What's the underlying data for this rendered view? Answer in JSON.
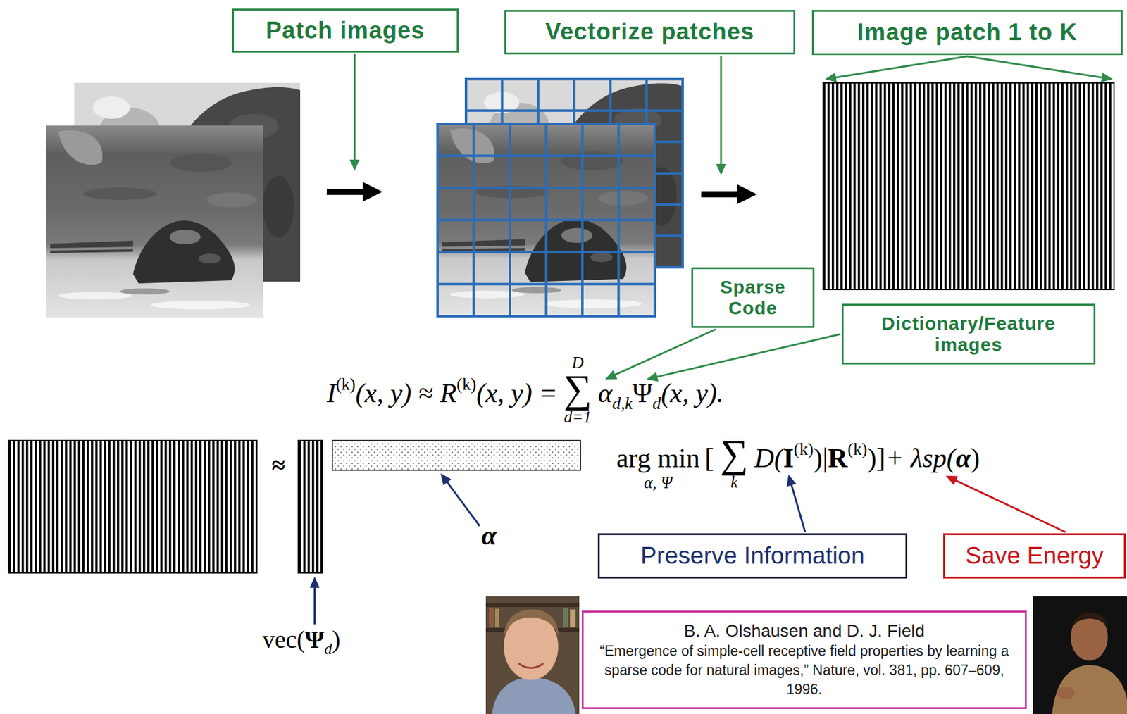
{
  "diagram": {
    "nodes": [
      {
        "text": [
          "Patch images"
        ]
      },
      {
        "text": [
          "Vectorize patches"
        ]
      },
      {
        "text": [
          "Image patch 1 to K"
        ]
      },
      {
        "text": [
          "Sparse Code"
        ]
      },
      {
        "text": [
          "Dictionary/Feature images"
        ]
      },
      {
        "text": [
          "Preserve Information"
        ]
      },
      {
        "text": [
          "Save Energy"
        ]
      },
      {
        "text": [
          "B. A. Olshausen and D. J. Field",
          "“Emergence of simple-cell receptive field properties by learning a sparse code for natural images,” Nature, vol. 381, pp. 607–609, 1996."
        ]
      }
    ],
    "labels": [
      "I",
      "(k)",
      "(x, y) ≈ R",
      "(k)",
      "(x, y) =",
      "D",
      "∑",
      "d=1",
      "α",
      "d,k",
      "Ψ",
      "d",
      "(x, y).",
      "arg min",
      "α, Ψ",
      "[",
      "∑",
      "k",
      "D(",
      "I",
      "(k)",
      ")|",
      "R",
      "(k)",
      ")]",
      "+ λsp(",
      "α",
      ")",
      "≈",
      "α",
      "vec(",
      "Ψ",
      "d",
      ")"
    ]
  }
}
